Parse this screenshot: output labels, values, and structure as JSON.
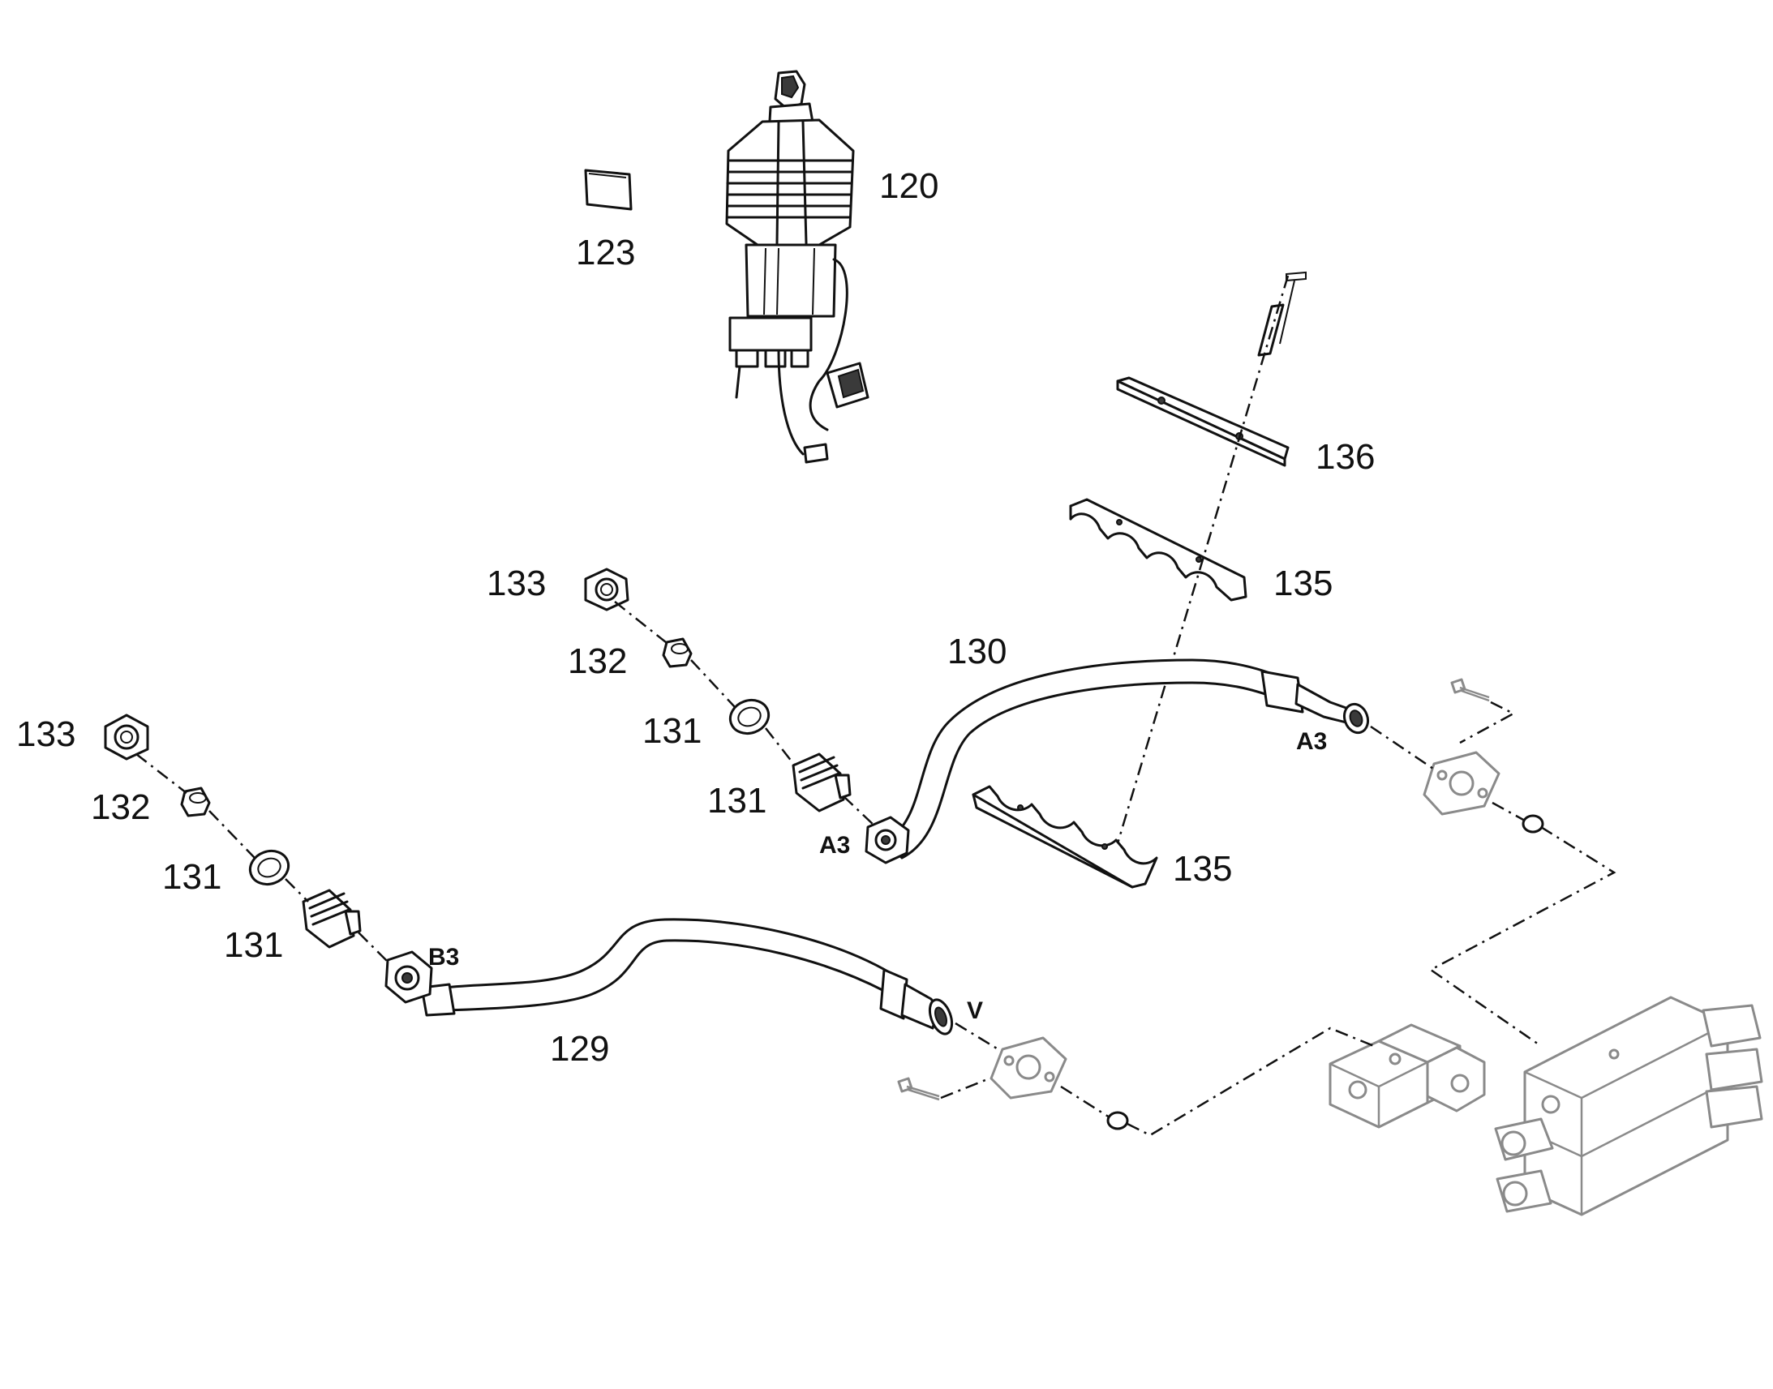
{
  "diagram": {
    "part_labels": {
      "p120": "120",
      "p123": "123",
      "p136": "136",
      "p135_upper": "135",
      "p135_lower": "135",
      "p133_upper": "133",
      "p132_upper": "132",
      "p131_upper_a": "131",
      "p131_upper_b": "131",
      "p130": "130",
      "p133_lower": "133",
      "p132_lower": "132",
      "p131_lower_a": "131",
      "p131_lower_b": "131",
      "p129": "129"
    },
    "port_labels": {
      "a3_hose_end": "A3",
      "a3_fitting": "A3",
      "b3": "B3",
      "v": "V"
    }
  }
}
